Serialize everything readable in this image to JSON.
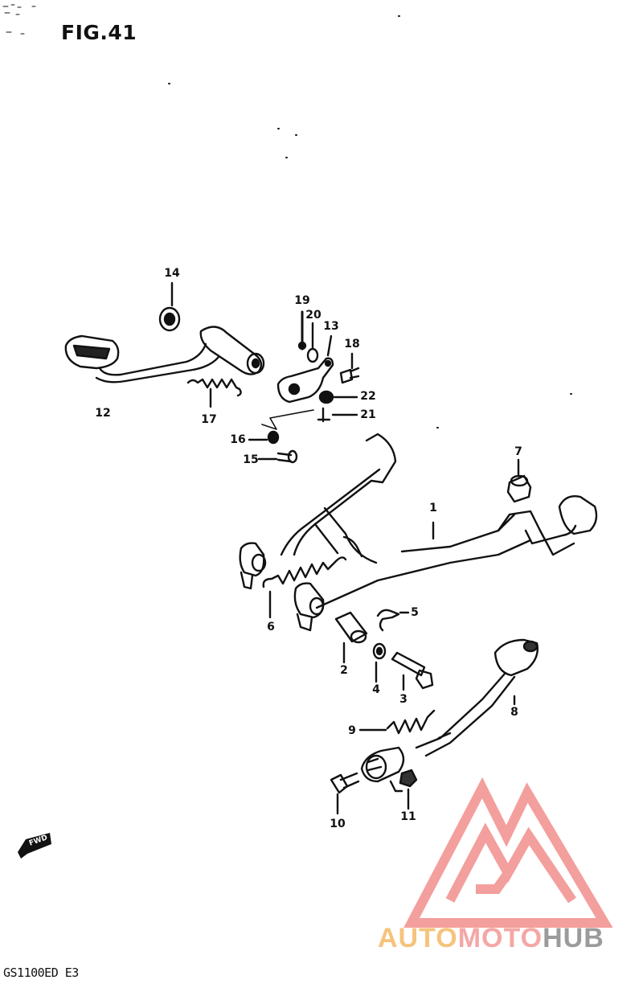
{
  "figure": {
    "title": "FIG.41",
    "model": "GS1100ED E3",
    "direction_label": "FWD"
  },
  "callouts": [
    {
      "id": "c1",
      "text": "1"
    },
    {
      "id": "c2",
      "text": "2"
    },
    {
      "id": "c3",
      "text": "3"
    },
    {
      "id": "c4",
      "text": "4"
    },
    {
      "id": "c5",
      "text": "5"
    },
    {
      "id": "c6",
      "text": "6"
    },
    {
      "id": "c7",
      "text": "7"
    },
    {
      "id": "c8",
      "text": "8"
    },
    {
      "id": "c9",
      "text": "9"
    },
    {
      "id": "c10",
      "text": "10"
    },
    {
      "id": "c11",
      "text": "11"
    },
    {
      "id": "c12",
      "text": "12"
    },
    {
      "id": "c13",
      "text": "13"
    },
    {
      "id": "c14",
      "text": "14"
    },
    {
      "id": "c15",
      "text": "15"
    },
    {
      "id": "c16",
      "text": "16"
    },
    {
      "id": "c17",
      "text": "17"
    },
    {
      "id": "c18",
      "text": "18"
    },
    {
      "id": "c19",
      "text": "19"
    },
    {
      "id": "c20",
      "text": "20"
    },
    {
      "id": "c21",
      "text": "21"
    },
    {
      "id": "c22",
      "text": "22"
    }
  ],
  "watermark": {
    "part_a": "AUTO",
    "part_b": "MOTO",
    "part_c": "HUB",
    "colors": {
      "triangle": "#f28f8c",
      "auto": "#f6c37c",
      "moto": "#f4a7a5",
      "hub": "#9b9b9b"
    }
  }
}
